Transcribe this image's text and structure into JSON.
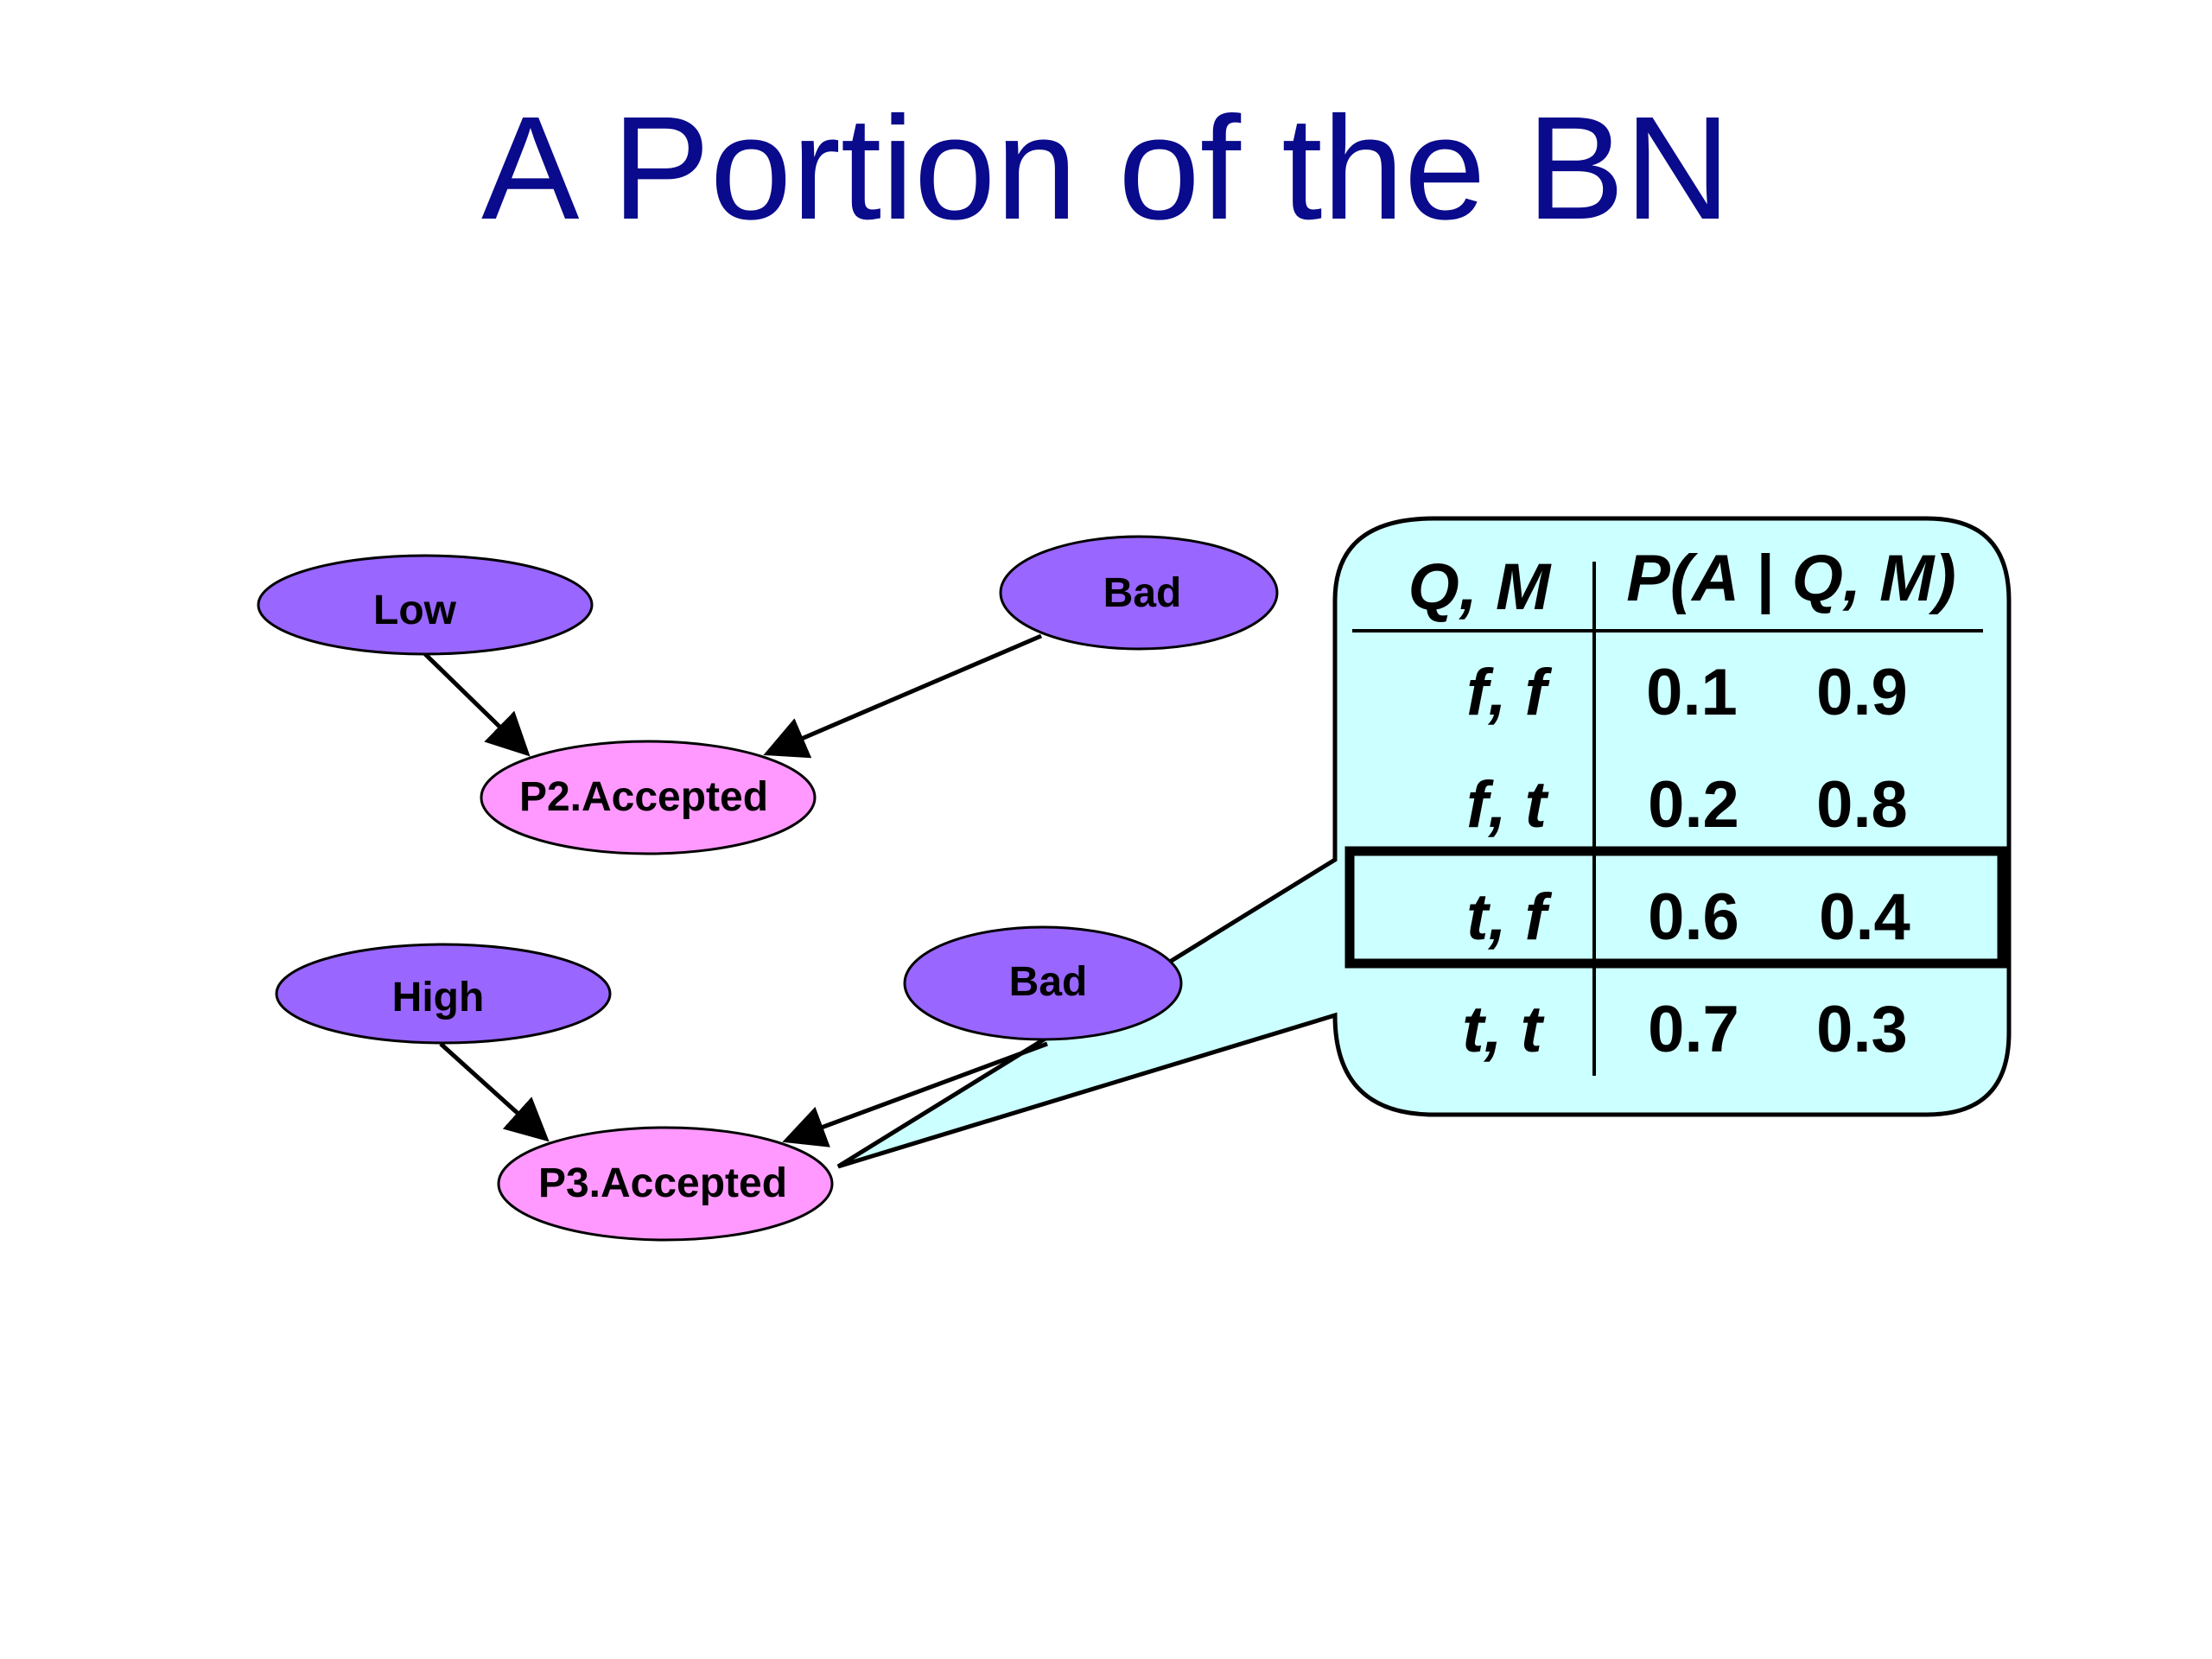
{
  "title": "A Portion of the BN",
  "colors": {
    "title": "#0a0a8c",
    "parent_node_fill": "#9966ff",
    "child_node_fill": "#ff99ff",
    "callout_fill": "#ccffff"
  },
  "nodes": {
    "low": "Low",
    "bad_top": "Bad",
    "p2_accepted": "P2.Accepted",
    "high": "High",
    "bad_bottom": "Bad",
    "p3_accepted": "P3.Accepted"
  },
  "cpt": {
    "header_parents": "Q, M",
    "header_prob": "P(A | Q, M)",
    "rows": [
      {
        "parents": "f, f",
        "p_true": "0.1",
        "p_false": "0.9"
      },
      {
        "parents": "f, t",
        "p_true": "0.2",
        "p_false": "0.8"
      },
      {
        "parents": "t, f",
        "p_true": "0.6",
        "p_false": "0.4"
      },
      {
        "parents": "t, t",
        "p_true": "0.7",
        "p_false": "0.3"
      }
    ],
    "highlighted_row": "t, f"
  }
}
